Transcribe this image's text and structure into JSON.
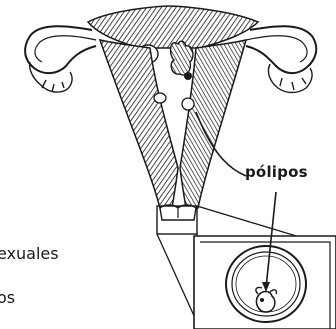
{
  "labels": {
    "polyps": "pólipos",
    "side_text_line1": "exuales",
    "side_text_line2": "os"
  },
  "colors": {
    "ink": "#1a1a1a",
    "background": "#ffffff"
  }
}
